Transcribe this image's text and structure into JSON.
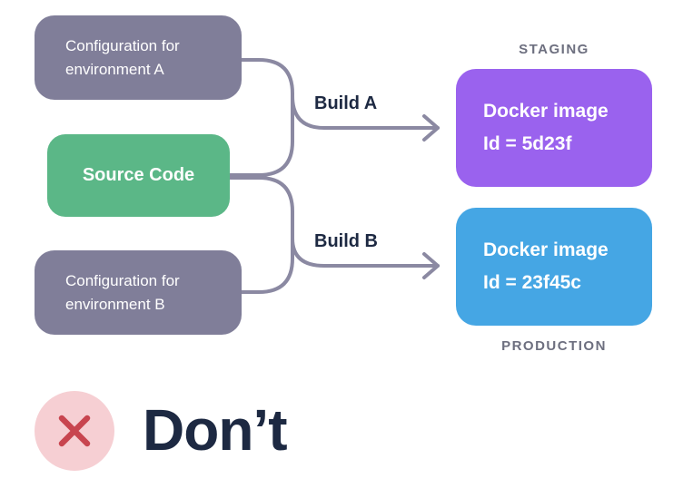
{
  "nodes": {
    "config_a": [
      "Configuration for",
      "environment A"
    ],
    "config_b": [
      "Configuration for",
      "environment B"
    ],
    "source": "Source Code",
    "image_a": [
      "Docker image",
      "Id = 5d23f"
    ],
    "image_b": [
      "Docker image",
      "Id = 23f45c"
    ]
  },
  "edges": {
    "build_a": "Build A",
    "build_b": "Build B"
  },
  "environments": {
    "staging": "STAGING",
    "production": "PRODUCTION"
  },
  "verdict": {
    "label": "Don’t",
    "icon": "x-icon"
  },
  "colors": {
    "config": "#807e99",
    "source": "#5bb787",
    "image_a": "#9a62ee",
    "image_b": "#45a6e4",
    "connector": "#8b89a2",
    "verdict_circle": "#f6cfd3",
    "verdict_x": "#c8454f",
    "text_dark": "#1d2942"
  }
}
